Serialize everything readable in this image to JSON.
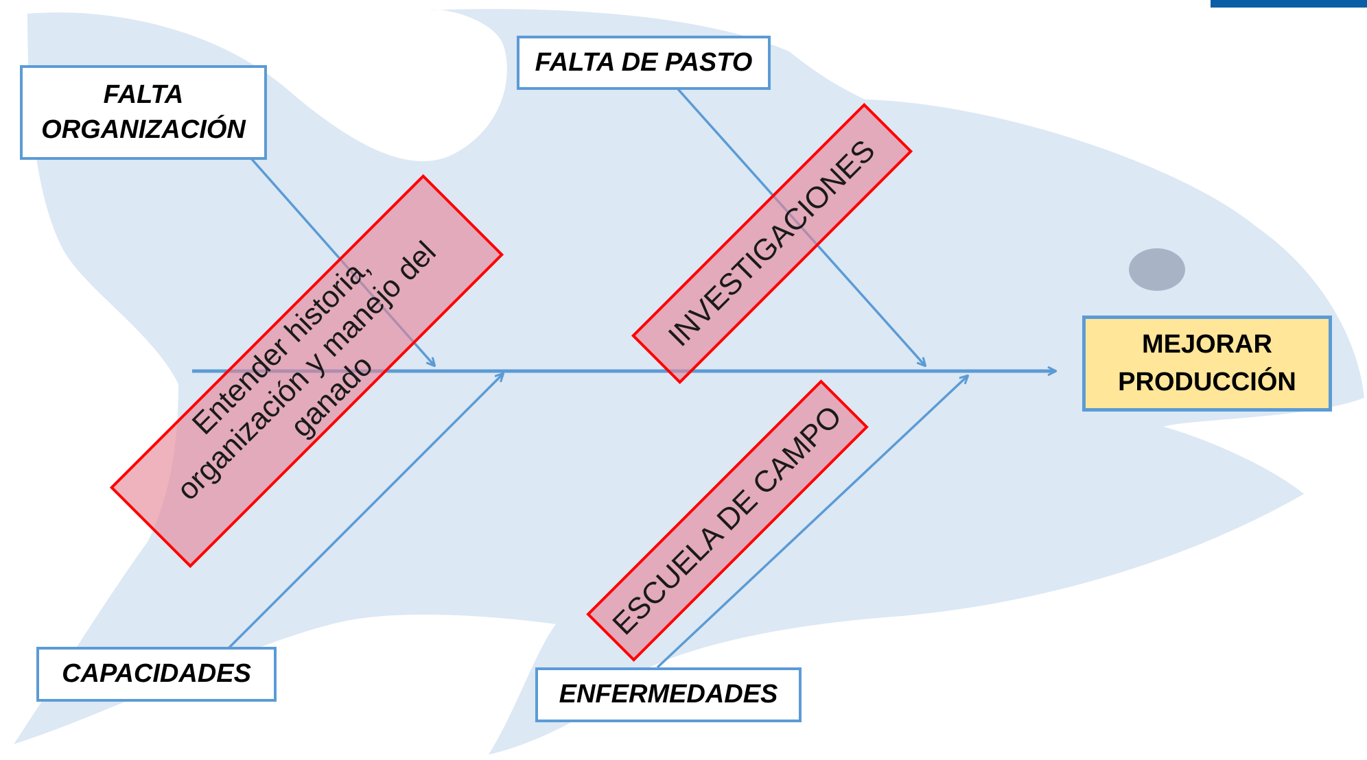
{
  "effect": {
    "label": "MEJORAR PRODUCCIÓN"
  },
  "causes": {
    "falta_organizacion": "FALTA ORGANIZACIÓN",
    "falta_de_pasto": "FALTA DE PASTO",
    "capacidades": "CAPACIDADES",
    "enfermedades": "ENFERMEDADES"
  },
  "solutions": {
    "entender_historia": "Entender historia, organización y manejo del ganado",
    "investigaciones": "INVESTIGACIONES",
    "escuela_de_campo": "ESCUELA DE CAMPO"
  },
  "colors": {
    "fish_body": "#dce8f4",
    "arrow": "#5b9bd5",
    "effect_fill": "#ffe699",
    "solution_fill": "#e58596",
    "solution_border": "#ff0000",
    "eye": "#a8b4c6",
    "corner_bar": "#0b5ea6"
  }
}
